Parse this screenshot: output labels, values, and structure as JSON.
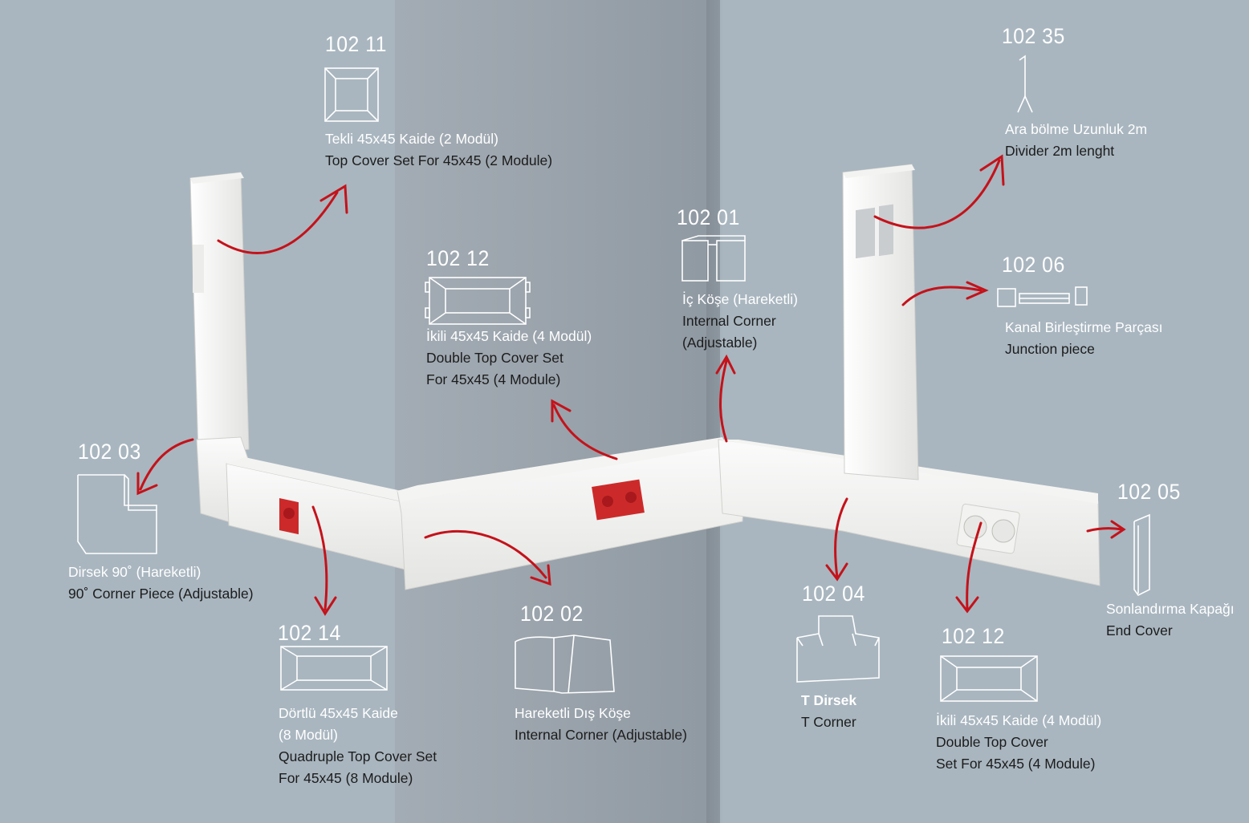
{
  "colors": {
    "background": "#a9b6bf",
    "arrow": "#c4121a",
    "label_tr": "#ffffff",
    "label_en": "#1c1c1c"
  },
  "items": [
    {
      "code": "102 11",
      "tr": "Tekli 45x45 Kaide (2 Modül)",
      "en": "Top Cover Set For 45x45 (2 Module)"
    },
    {
      "code": "102 35",
      "tr": "Ara bölme Uzunluk 2m",
      "en": "Divider 2m lenght"
    },
    {
      "code": "102 12",
      "tr": "İkili 45x45 Kaide (4 Modül)",
      "en_1": "Double Top Cover Set",
      "en_2": "For 45x45 (4 Module)"
    },
    {
      "code": "102 01",
      "tr": "İç Köşe (Hareketli)",
      "en_1": "Internal Corner",
      "en_2": "(Adjustable)"
    },
    {
      "code": "102 06",
      "tr": "Kanal Birleştirme Parçası",
      "en": "Junction piece"
    },
    {
      "code": "102 03",
      "tr": "Dirsek 90˚ (Hareketli)",
      "en": "90˚ Corner Piece (Adjustable)"
    },
    {
      "code": "102 05",
      "tr": "Sonlandırma Kapağı",
      "en": "End Cover"
    },
    {
      "code": "102 14",
      "tr_1": "Dörtlü 45x45 Kaide",
      "tr_2": "(8 Modül)",
      "en_1": "Quadruple Top Cover Set",
      "en_2": "For 45x45 (8 Module)"
    },
    {
      "code": "102 02",
      "tr": "Hareketli Dış Köşe",
      "en": "Internal Corner (Adjustable)"
    },
    {
      "code": "102 04",
      "tr": "T Dirsek",
      "en": "T Corner"
    },
    {
      "code": "102 12",
      "tr": "İkili 45x45 Kaide (4 Modül)",
      "en_1": "Double Top Cover",
      "en_2": "Set For 45x45 (4 Module)"
    }
  ]
}
